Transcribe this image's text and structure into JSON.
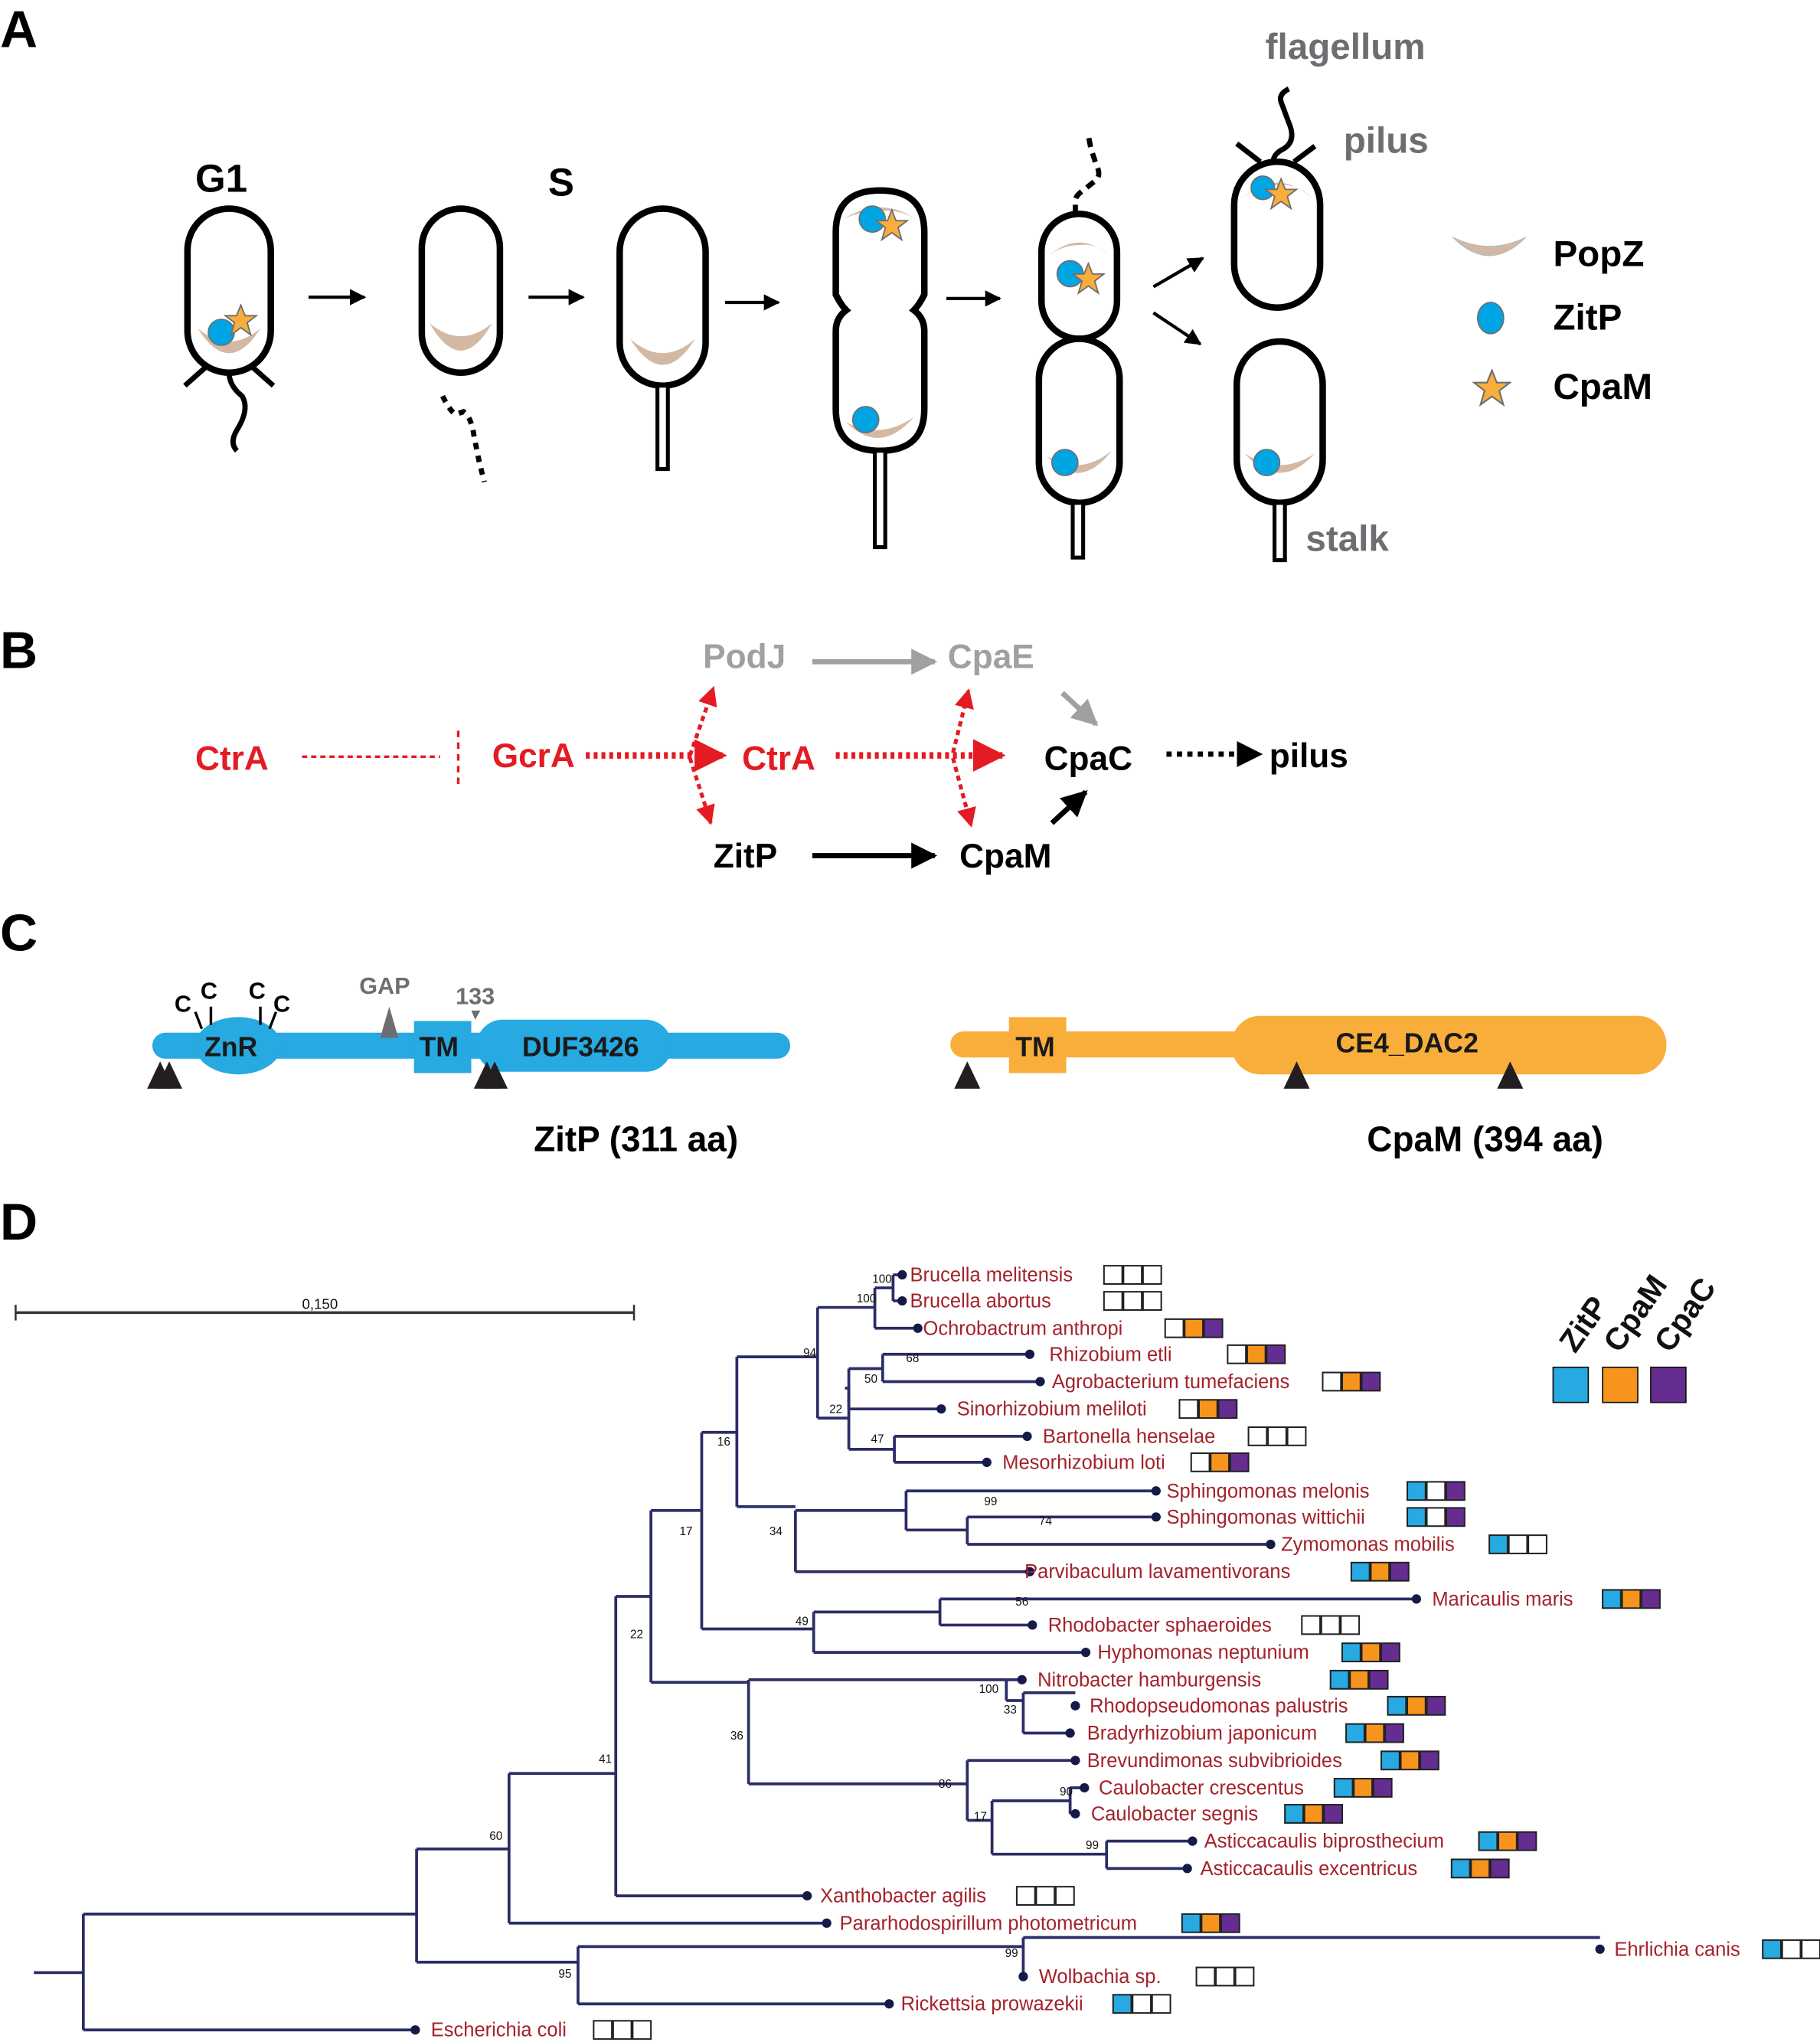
{
  "figure": {
    "panels": {
      "A": {
        "letter": "A",
        "stage_labels": {
          "g1": "G1",
          "s": "S"
        },
        "structure_labels": {
          "flagellum": "flagellum",
          "pilus": "pilus",
          "stalk": "stalk"
        },
        "legend": [
          {
            "key": "popz",
            "label": "PopZ",
            "icon": "crescent-icon",
            "color": "#d3b9a3"
          },
          {
            "key": "zitp",
            "label": "ZitP",
            "icon": "circle-icon",
            "color": "#00a5e3"
          },
          {
            "key": "cpam",
            "label": "CpaM",
            "icon": "star-icon",
            "color": "#f9ae3b"
          }
        ]
      },
      "B": {
        "letter": "B",
        "nodes": {
          "ctra_left": "CtrA",
          "gcra": "GcrA",
          "ctra_mid": "CtrA",
          "podj": "PodJ",
          "cpae": "CpaE",
          "cpac": "CpaC",
          "pilus": "pilus",
          "zitp": "ZitP",
          "cpam": "CpaM"
        },
        "colors": {
          "red": "#e41b23",
          "grey": "#a0a0a0",
          "black": "#000000"
        }
      },
      "C": {
        "letter": "C",
        "zitp": {
          "name": "ZitP (311 aa)",
          "color": "#27a9e1",
          "domains": [
            "ZnR",
            "TM",
            "DUF3426"
          ],
          "cys_labels": [
            "C",
            "C",
            "C",
            "C"
          ],
          "gap_label": "GAP",
          "position_label": "133"
        },
        "cpam": {
          "name": "CpaM (394 aa)",
          "color": "#f9ae3b",
          "domains": [
            "TM",
            "CE4_DAC2"
          ]
        }
      },
      "D": {
        "letter": "D",
        "scale_bar_label": "0,150",
        "legend": {
          "columns": [
            "ZitP",
            "CpaM",
            "CpaC"
          ],
          "colors": [
            "#27a9e1",
            "#f7941d",
            "#662d91"
          ]
        }
      }
    }
  },
  "chart_data": {
    "type": "phylogenetic-tree",
    "title": "",
    "scale_bar": 0.15,
    "presence_columns": [
      "ZitP",
      "CpaM",
      "CpaC"
    ],
    "leaves": [
      {
        "name": "Brucella melitensis",
        "presence": [
          0,
          0,
          0
        ]
      },
      {
        "name": "Brucella abortus",
        "presence": [
          0,
          0,
          0
        ]
      },
      {
        "name": "Ochrobactrum anthropi",
        "presence": [
          0,
          1,
          1
        ]
      },
      {
        "name": "Rhizobium etli",
        "presence": [
          0,
          1,
          1
        ]
      },
      {
        "name": "Agrobacterium tumefaciens",
        "presence": [
          0,
          1,
          1
        ]
      },
      {
        "name": "Sinorhizobium meliloti",
        "presence": [
          0,
          1,
          1
        ]
      },
      {
        "name": "Bartonella henselae",
        "presence": [
          0,
          0,
          0
        ]
      },
      {
        "name": "Mesorhizobium loti",
        "presence": [
          0,
          1,
          1
        ]
      },
      {
        "name": "Sphingomonas melonis",
        "presence": [
          1,
          0,
          1
        ]
      },
      {
        "name": "Sphingomonas wittichii",
        "presence": [
          1,
          0,
          1
        ]
      },
      {
        "name": "Zymomonas mobilis",
        "presence": [
          1,
          0,
          0
        ]
      },
      {
        "name": "Parvibaculum lavamentivorans",
        "presence": [
          1,
          1,
          1
        ]
      },
      {
        "name": "Maricaulis maris",
        "presence": [
          1,
          1,
          1
        ]
      },
      {
        "name": "Rhodobacter sphaeroides",
        "presence": [
          0,
          0,
          0
        ]
      },
      {
        "name": "Hyphomonas neptunium",
        "presence": [
          1,
          1,
          1
        ]
      },
      {
        "name": "Nitrobacter hamburgensis",
        "presence": [
          1,
          1,
          1
        ]
      },
      {
        "name": "Rhodopseudomonas palustris",
        "presence": [
          1,
          1,
          1
        ]
      },
      {
        "name": "Bradyrhizobium japonicum",
        "presence": [
          1,
          1,
          1
        ]
      },
      {
        "name": "Brevundimonas subvibrioides",
        "presence": [
          1,
          1,
          1
        ]
      },
      {
        "name": "Caulobacter crescentus",
        "presence": [
          1,
          1,
          1
        ]
      },
      {
        "name": "Caulobacter segnis",
        "presence": [
          1,
          1,
          1
        ]
      },
      {
        "name": "Asticcacaulis biprosthecium",
        "presence": [
          1,
          1,
          1
        ]
      },
      {
        "name": "Asticcacaulis excentricus",
        "presence": [
          1,
          1,
          1
        ]
      },
      {
        "name": "Xanthobacter agilis",
        "presence": [
          0,
          0,
          0
        ]
      },
      {
        "name": "Pararhodospirillum photometricum",
        "presence": [
          1,
          1,
          1
        ]
      },
      {
        "name": "Ehrlichia canis",
        "presence": [
          1,
          0,
          0
        ]
      },
      {
        "name": "Wolbachia sp.",
        "presence": [
          0,
          0,
          0
        ]
      },
      {
        "name": "Rickettsia prowazekii",
        "presence": [
          1,
          0,
          0
        ]
      },
      {
        "name": "Escherichia coli",
        "presence": [
          0,
          0,
          0
        ]
      }
    ],
    "bootstrap_values": [
      "100",
      "100",
      "94",
      "68",
      "50",
      "22",
      "47",
      "16",
      "99",
      "74",
      "34",
      "17",
      "56",
      "49",
      "22",
      "100",
      "33",
      "36",
      "86",
      "90",
      "17",
      "99",
      "41",
      "60",
      "99",
      "95"
    ]
  }
}
